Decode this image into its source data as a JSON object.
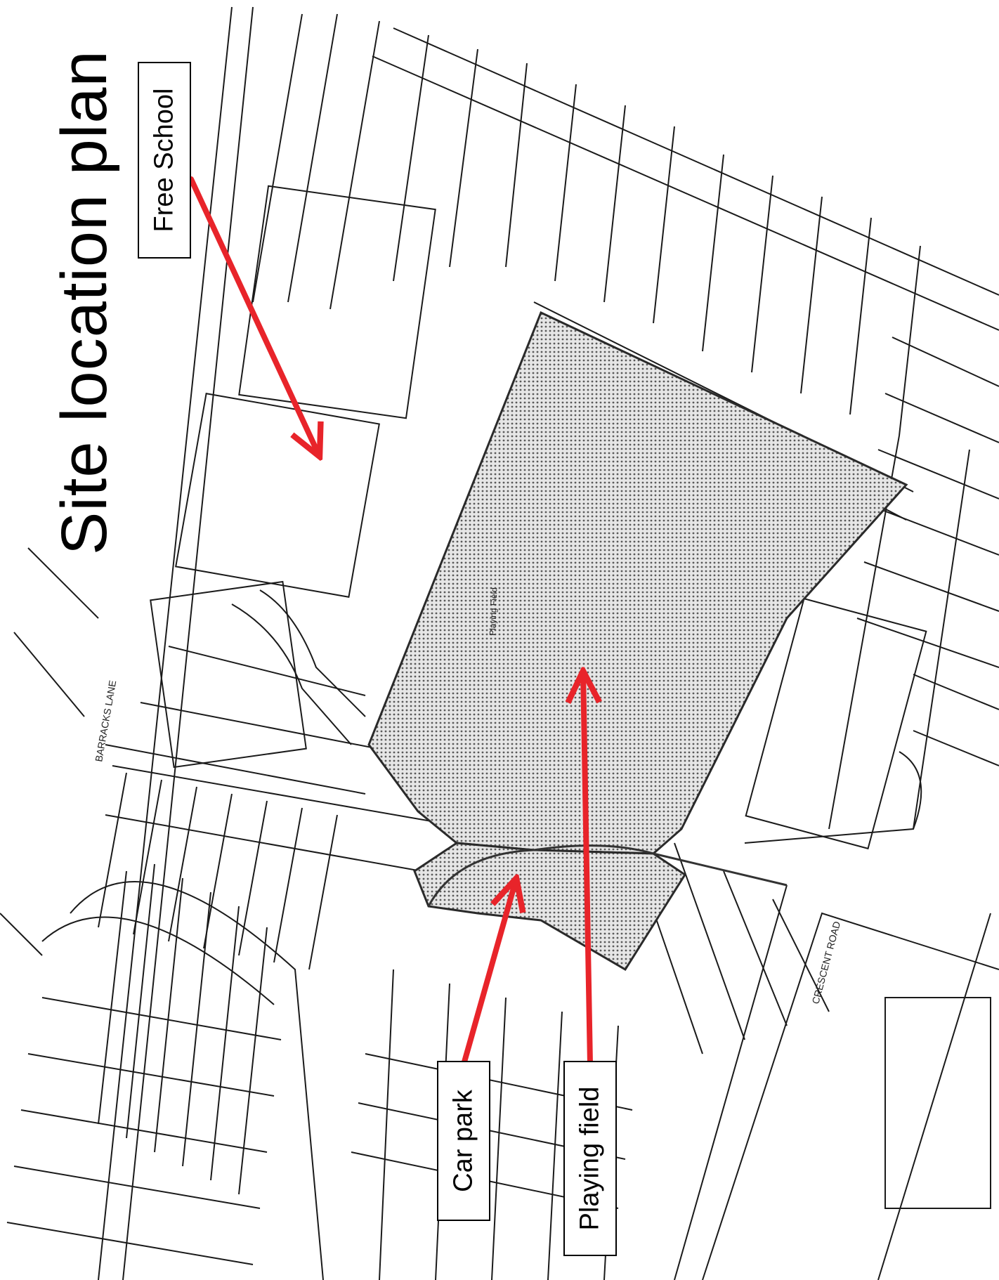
{
  "title": "Site location plan",
  "labels": {
    "free_school": "Free School",
    "car_park": "Car park",
    "playing_field": "Playing field"
  },
  "street_names": {
    "barracks_lane": "BARRACKS LANE",
    "crescent_road": "CRESCENT ROAD",
    "playing_field_text": "Playing Field"
  },
  "colors": {
    "arrow": "#e8242a",
    "linework": "#1a1a1a",
    "hatch": "#9a9a9a"
  },
  "icons": [
    "arrow-icon"
  ]
}
